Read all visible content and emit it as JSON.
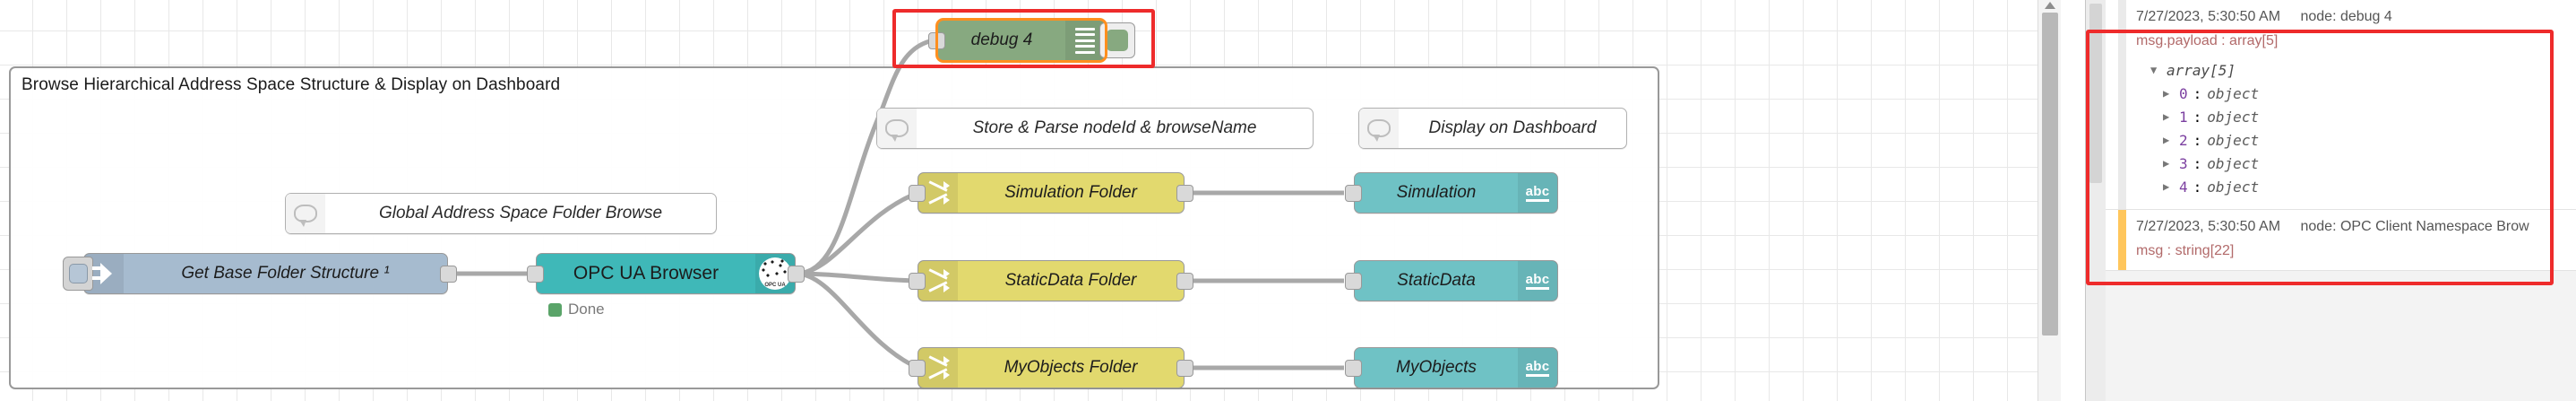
{
  "canvas": {
    "group": {
      "label": "Browse Hierarchical Address Space Structure & Display on Dashboard"
    },
    "comments": [
      {
        "name": "global-address-space-folder-browse",
        "label": "Global Address Space Folder Browse",
        "icon": "comment-icon"
      },
      {
        "name": "store-parse-nodeid-browsename",
        "label": "Store & Parse nodeId & browseName",
        "icon": "comment-icon"
      },
      {
        "name": "display-on-dashboard",
        "label": "Display on Dashboard",
        "icon": "comment-icon"
      }
    ],
    "nodes": {
      "inject": {
        "label": "Get Base Folder Structure ¹",
        "icon": "inject-arrow-icon",
        "color": "#a6bbcf"
      },
      "opcua": {
        "label": "OPC UA Browser",
        "icon": "opc-ua-logo-icon",
        "color": "#3fb8b8",
        "status": "Done",
        "status_color": "#5aa469"
      },
      "debug": {
        "label": "debug 4",
        "icon": "debug-list-icon",
        "color": "#87a980",
        "selected": true
      },
      "switches": [
        {
          "label": "Simulation Folder",
          "icon": "switch-icon",
          "color": "#e2d96e"
        },
        {
          "label": "StaticData Folder",
          "icon": "switch-icon",
          "color": "#e2d96e"
        },
        {
          "label": "MyObjects Folder",
          "icon": "switch-icon",
          "color": "#e2d96e"
        }
      ],
      "dashboards": [
        {
          "label": "Simulation",
          "icon": "abc-text-icon",
          "color": "#6fc2c5"
        },
        {
          "label": "StaticData",
          "icon": "abc-text-icon",
          "color": "#6fc2c5"
        },
        {
          "label": "MyObjects",
          "icon": "abc-text-icon",
          "color": "#6fc2c5"
        }
      ]
    },
    "annotation_color": "#ee2b2b",
    "selection_color": "#ff8f1f"
  },
  "sidebar": {
    "messages": [
      {
        "timestamp": "7/27/2023, 5:30:50 AM",
        "node": "node: debug 4",
        "topic": "msg.payload : array[5]",
        "root": "array[5]",
        "entries": [
          {
            "key": "0",
            "type": "object"
          },
          {
            "key": "1",
            "type": "object"
          },
          {
            "key": "2",
            "type": "object"
          },
          {
            "key": "3",
            "type": "object"
          },
          {
            "key": "4",
            "type": "object"
          }
        ]
      },
      {
        "timestamp": "7/27/2023, 5:30:50 AM",
        "node": "node: OPC Client Namespace Brow",
        "topic": "msg : string[22]",
        "root": "",
        "entries": []
      }
    ]
  }
}
